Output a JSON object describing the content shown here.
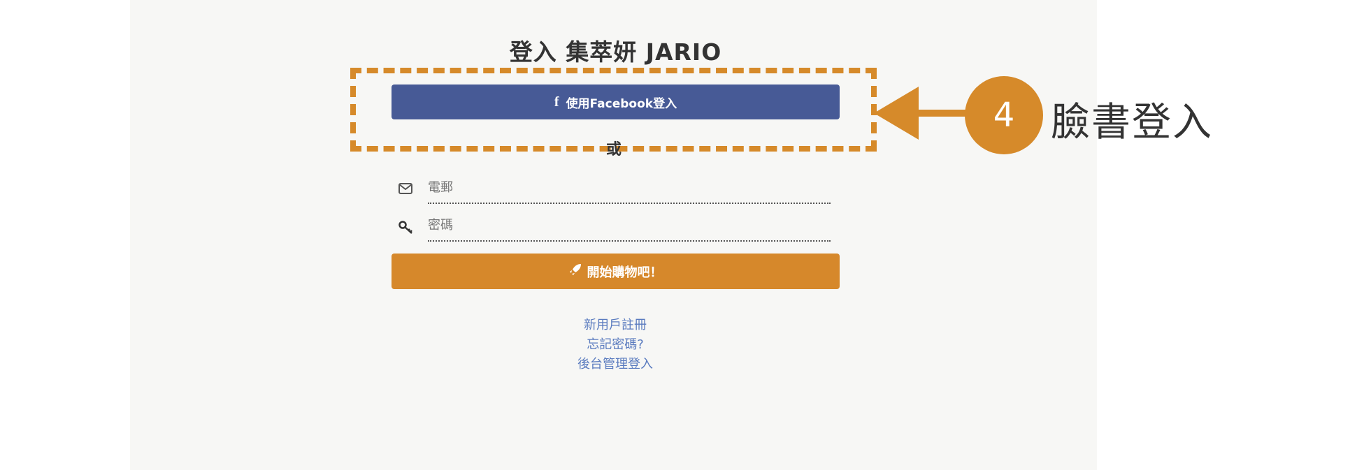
{
  "title": "登入 集萃妍 JARIO",
  "facebook_button": {
    "icon": "facebook-icon",
    "label": "使用Facebook登入"
  },
  "or_label": "或",
  "email": {
    "icon": "envelope-icon",
    "placeholder": "電郵",
    "value": ""
  },
  "password": {
    "icon": "key-icon",
    "placeholder": "密碼",
    "value": ""
  },
  "submit_button": {
    "icon": "rocket-icon",
    "label": "開始購物吧！"
  },
  "links": [
    "新用戶註冊",
    "忘記密碼?",
    "後台管理登入"
  ],
  "annotation": {
    "number": "4",
    "label": "臉書登入",
    "color": "#d68a2a"
  },
  "colors": {
    "facebook": "#475a96",
    "accent": "#d6882b",
    "link": "#5a7bbf"
  }
}
